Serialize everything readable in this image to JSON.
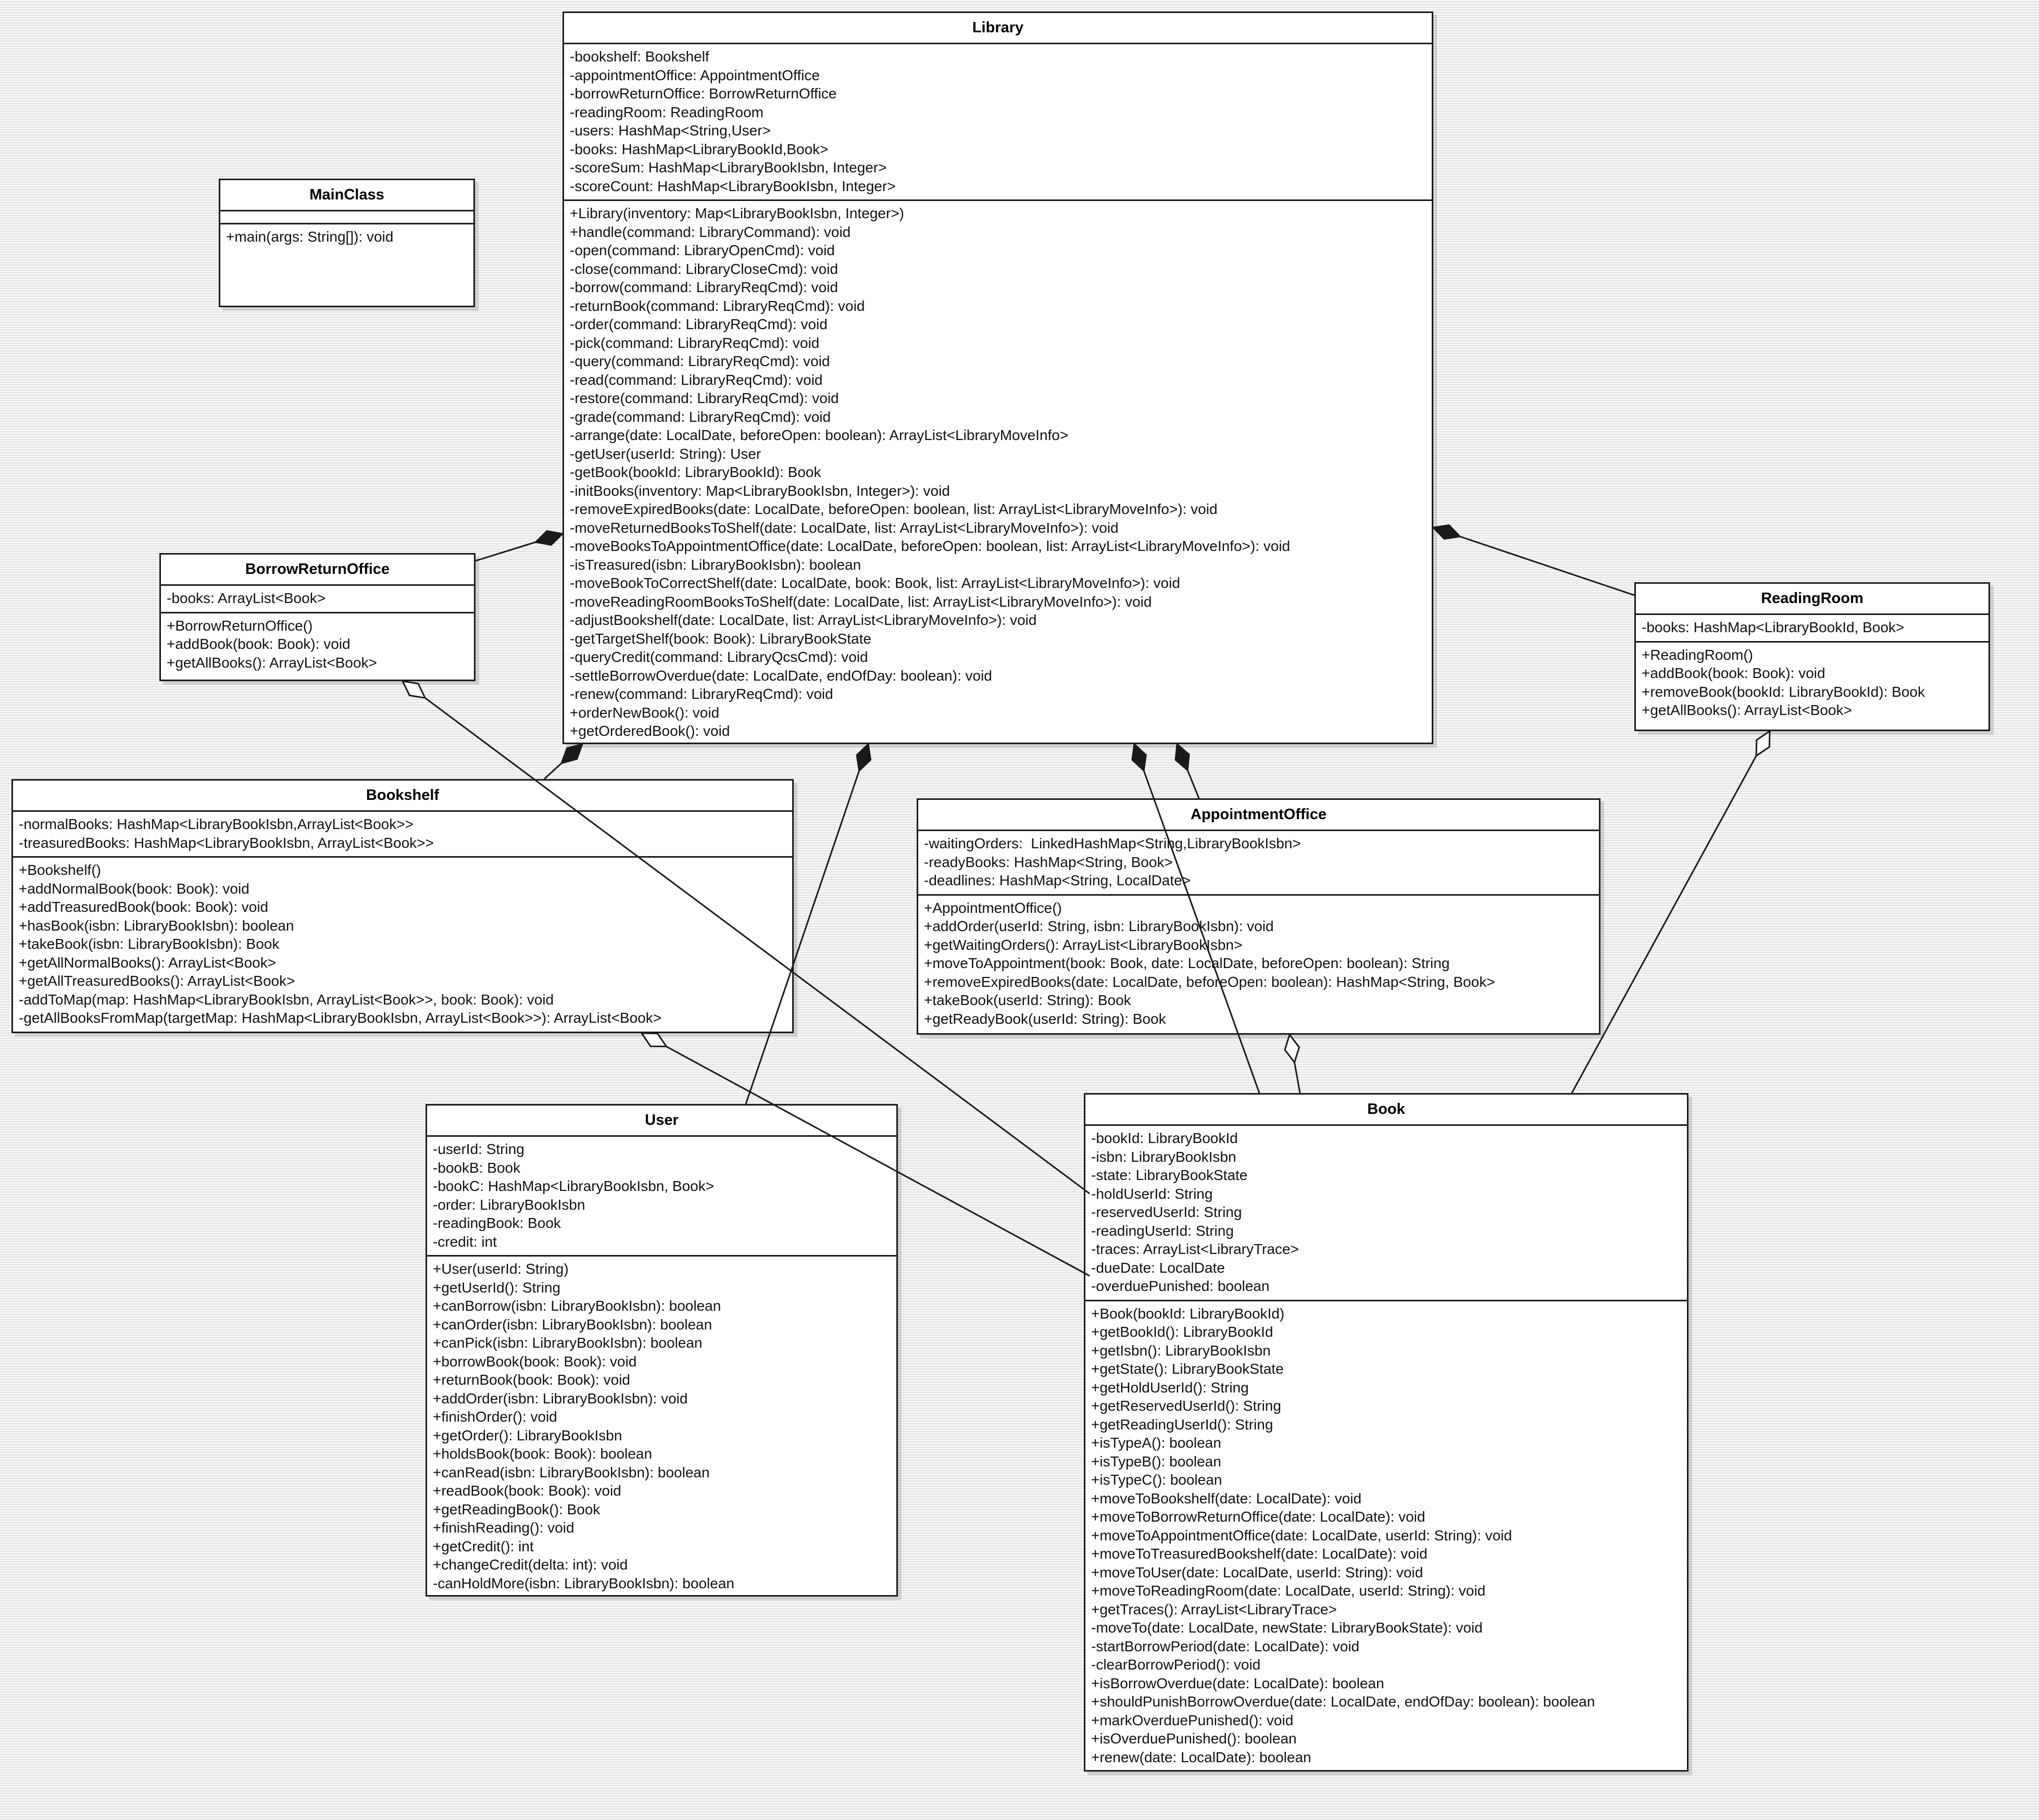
{
  "classes": {
    "library": {
      "name": "Library",
      "attributes": [
        "-bookshelf: Bookshelf",
        "-appointmentOffice: AppointmentOffice",
        "-borrowReturnOffice: BorrowReturnOffice",
        "-readingRoom: ReadingRoom",
        "-users: HashMap<String,User>",
        "-books: HashMap<LibraryBookId,Book>",
        "-scoreSum: HashMap<LibraryBookIsbn, Integer>",
        "-scoreCount: HashMap<LibraryBookIsbn, Integer>"
      ],
      "methods": [
        "+Library(inventory: Map<LibraryBookIsbn, Integer>)",
        "+handle(command: LibraryCommand): void",
        "-open(command: LibraryOpenCmd): void",
        "-close(command: LibraryCloseCmd): void",
        "-borrow(command: LibraryReqCmd): void",
        "-returnBook(command: LibraryReqCmd): void",
        "-order(command: LibraryReqCmd): void",
        "-pick(command: LibraryReqCmd): void",
        "-query(command: LibraryReqCmd): void",
        "-read(command: LibraryReqCmd): void",
        "-restore(command: LibraryReqCmd): void",
        "-grade(command: LibraryReqCmd): void",
        "-arrange(date: LocalDate, beforeOpen: boolean): ArrayList<LibraryMoveInfo>",
        "-getUser(userId: String): User",
        "-getBook(bookId: LibraryBookId): Book",
        "-initBooks(inventory: Map<LibraryBookIsbn, Integer>): void",
        "-removeExpiredBooks(date: LocalDate, beforeOpen: boolean, list: ArrayList<LibraryMoveInfo>): void",
        "-moveReturnedBooksToShelf(date: LocalDate, list: ArrayList<LibraryMoveInfo>): void",
        "-moveBooksToAppointmentOffice(date: LocalDate, beforeOpen: boolean, list: ArrayList<LibraryMoveInfo>): void",
        "-isTreasured(isbn: LibraryBookIsbn): boolean",
        "-moveBookToCorrectShelf(date: LocalDate, book: Book, list: ArrayList<LibraryMoveInfo>): void",
        "-moveReadingRoomBooksToShelf(date: LocalDate, list: ArrayList<LibraryMoveInfo>): void",
        "-adjustBookshelf(date: LocalDate, list: ArrayList<LibraryMoveInfo>): void",
        "-getTargetShelf(book: Book): LibraryBookState",
        "-queryCredit(command: LibraryQcsCmd): void",
        "-settleBorrowOverdue(date: LocalDate, endOfDay: boolean): void",
        "-renew(command: LibraryReqCmd): void",
        "+orderNewBook(): void",
        "+getOrderedBook(): void"
      ]
    },
    "main_class": {
      "name": "MainClass",
      "attributes": [],
      "methods": [
        "+main(args: String[]): void"
      ]
    },
    "borrow_return_office": {
      "name": "BorrowReturnOffice",
      "attributes": [
        "-books: ArrayList<Book>"
      ],
      "methods": [
        "+BorrowReturnOffice()",
        "+addBook(book: Book): void",
        "+getAllBooks(): ArrayList<Book>"
      ]
    },
    "reading_room": {
      "name": "ReadingRoom",
      "attributes": [
        "-books: HashMap<LibraryBookId, Book>"
      ],
      "methods": [
        "+ReadingRoom()",
        "+addBook(book: Book): void",
        "+removeBook(bookId: LibraryBookId): Book",
        "+getAllBooks(): ArrayList<Book>"
      ]
    },
    "bookshelf": {
      "name": "Bookshelf",
      "attributes": [
        "-normalBooks: HashMap<LibraryBookIsbn,ArrayList<Book>>",
        "-treasuredBooks: HashMap<LibraryBookIsbn, ArrayList<Book>>"
      ],
      "methods": [
        "+Bookshelf()",
        "+addNormalBook(book: Book): void",
        "+addTreasuredBook(book: Book): void",
        "+hasBook(isbn: LibraryBookIsbn): boolean",
        "+takeBook(isbn: LibraryBookIsbn): Book",
        "+getAllNormalBooks(): ArrayList<Book>",
        "+getAllTreasuredBooks(): ArrayList<Book>",
        "-addToMap(map: HashMap<LibraryBookIsbn, ArrayList<Book>>, book: Book): void",
        "-getAllBooksFromMap(targetMap: HashMap<LibraryBookIsbn, ArrayList<Book>>): ArrayList<Book>"
      ]
    },
    "appointment_office": {
      "name": "AppointmentOffice",
      "attributes": [
        "-waitingOrders:  LinkedHashMap<String,LibraryBookIsbn>",
        "-readyBooks: HashMap<String, Book>",
        "-deadlines: HashMap<String, LocalDate>"
      ],
      "methods": [
        "+AppointmentOffice()",
        "+addOrder(userId: String, isbn: LibraryBookIsbn): void",
        "+getWaitingOrders(): ArrayList<LibraryBookIsbn>",
        "+moveToAppointment(book: Book, date: LocalDate, beforeOpen: boolean): String",
        "+removeExpiredBooks(date: LocalDate, beforeOpen: boolean): HashMap<String, Book>",
        "+takeBook(userId: String): Book",
        "+getReadyBook(userId: String): Book"
      ]
    },
    "user": {
      "name": "User",
      "attributes": [
        "-userId: String",
        "-bookB: Book",
        "-bookC: HashMap<LibraryBookIsbn, Book>",
        "-order: LibraryBookIsbn",
        "-readingBook: Book",
        "-credit: int"
      ],
      "methods": [
        "+User(userId: String)",
        "+getUserId(): String",
        "+canBorrow(isbn: LibraryBookIsbn): boolean",
        "+canOrder(isbn: LibraryBookIsbn): boolean",
        "+canPick(isbn: LibraryBookIsbn): boolean",
        "+borrowBook(book: Book): void",
        "+returnBook(book: Book): void",
        "+addOrder(isbn: LibraryBookIsbn): void",
        "+finishOrder(): void",
        "+getOrder(): LibraryBookIsbn",
        "+holdsBook(book: Book): boolean",
        "+canRead(isbn: LibraryBookIsbn): boolean",
        "+readBook(book: Book): void",
        "+getReadingBook(): Book",
        "+finishReading(): void",
        "+getCredit(): int",
        "+changeCredit(delta: int): void",
        "-canHoldMore(isbn: LibraryBookIsbn): boolean"
      ]
    },
    "book": {
      "name": "Book",
      "attributes": [
        "-bookId: LibraryBookId",
        "-isbn: LibraryBookIsbn",
        "-state: LibraryBookState",
        "-holdUserId: String",
        "-reservedUserId: String",
        "-readingUserId: String",
        "-traces: ArrayList<LibraryTrace>",
        "-dueDate: LocalDate",
        "-overduePunished: boolean"
      ],
      "methods": [
        "+Book(bookId: LibraryBookId)",
        "+getBookId(): LibraryBookId",
        "+getIsbn(): LibraryBookIsbn",
        "+getState(): LibraryBookState",
        "+getHoldUserId(): String",
        "+getReservedUserId(): String",
        "+getReadingUserId(): String",
        "+isTypeA(): boolean",
        "+isTypeB(): boolean",
        "+isTypeC(): boolean",
        "+moveToBookshelf(date: LocalDate): void",
        "+moveToBorrowReturnOffice(date: LocalDate): void",
        "+moveToAppointmentOffice(date: LocalDate, userId: String): void",
        "+moveToTreasuredBookshelf(date: LocalDate): void",
        "+moveToUser(date: LocalDate, userId: String): void",
        "+moveToReadingRoom(date: LocalDate, userId: String): void",
        "+getTraces(): ArrayList<LibraryTrace>",
        "-moveTo(date: LocalDate, newState: LibraryBookState): void",
        "-startBorrowPeriod(date: LocalDate): void",
        "-clearBorrowPeriod(): void",
        "+isBorrowOverdue(date: LocalDate): boolean",
        "+shouldPunishBorrowOverdue(date: LocalDate, endOfDay: boolean): boolean",
        "+markOverduePunished(): void",
        "+isOverduePunished(): boolean",
        "+renew(date: LocalDate): boolean"
      ]
    }
  },
  "relationships": [
    {
      "from": "library",
      "to": "borrow_return_office",
      "kind": "composition"
    },
    {
      "from": "library",
      "to": "reading_room",
      "kind": "composition"
    },
    {
      "from": "library",
      "to": "bookshelf",
      "kind": "composition"
    },
    {
      "from": "library",
      "to": "user",
      "kind": "composition"
    },
    {
      "from": "library",
      "to": "book",
      "kind": "composition"
    },
    {
      "from": "library",
      "to": "appointment_office",
      "kind": "composition"
    },
    {
      "from": "borrow_return_office",
      "to": "book",
      "kind": "aggregation"
    },
    {
      "from": "reading_room",
      "to": "book",
      "kind": "aggregation"
    },
    {
      "from": "bookshelf",
      "to": "book",
      "kind": "aggregation"
    },
    {
      "from": "appointment_office",
      "to": "book",
      "kind": "aggregation"
    }
  ],
  "colors": {
    "line": "#1a1a1a",
    "box_fill": "#ffffff",
    "background": "#f1f1f1"
  }
}
